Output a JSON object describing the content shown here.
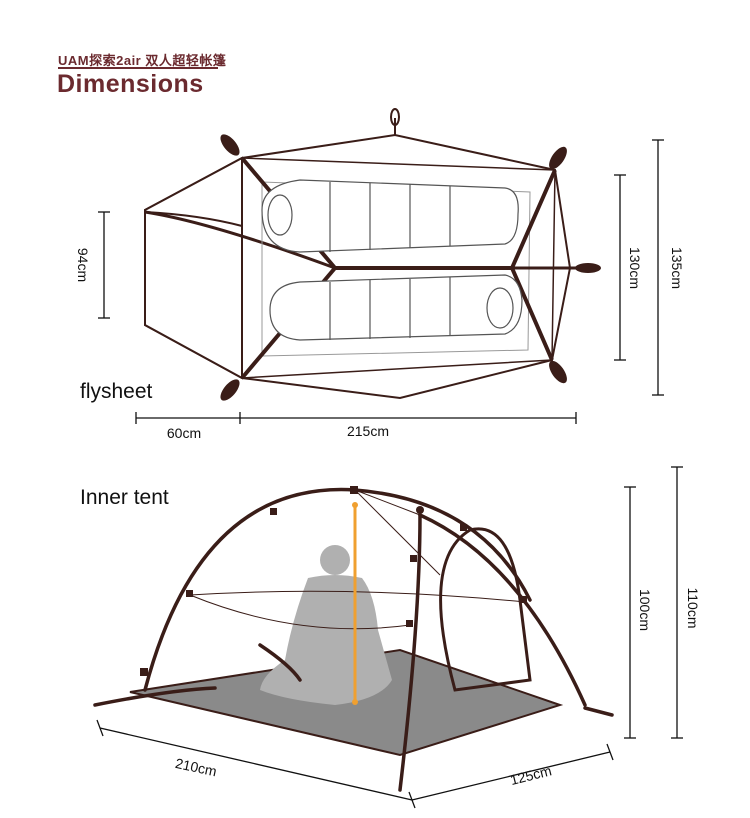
{
  "header": {
    "subtitle": "UAM探索2air  双人超轻帐篷",
    "title": "Dimensions"
  },
  "flysheet": {
    "label": "flysheet",
    "dims": {
      "width_94": "94cm",
      "width_130": "130cm",
      "width_135": "135cm",
      "length_60": "60cm",
      "length_215": "215cm"
    }
  },
  "inner_tent": {
    "label": "Inner tent",
    "dims": {
      "height_100": "100cm",
      "height_110": "110cm",
      "length_210": "210cm",
      "width_125": "125cm"
    }
  },
  "colors": {
    "brand": "#6b2a2f",
    "frame": "#3a1d18",
    "pole_highlight": "#f0a030",
    "floor": "#8a8a8a",
    "figure": "#b0b0b0"
  }
}
